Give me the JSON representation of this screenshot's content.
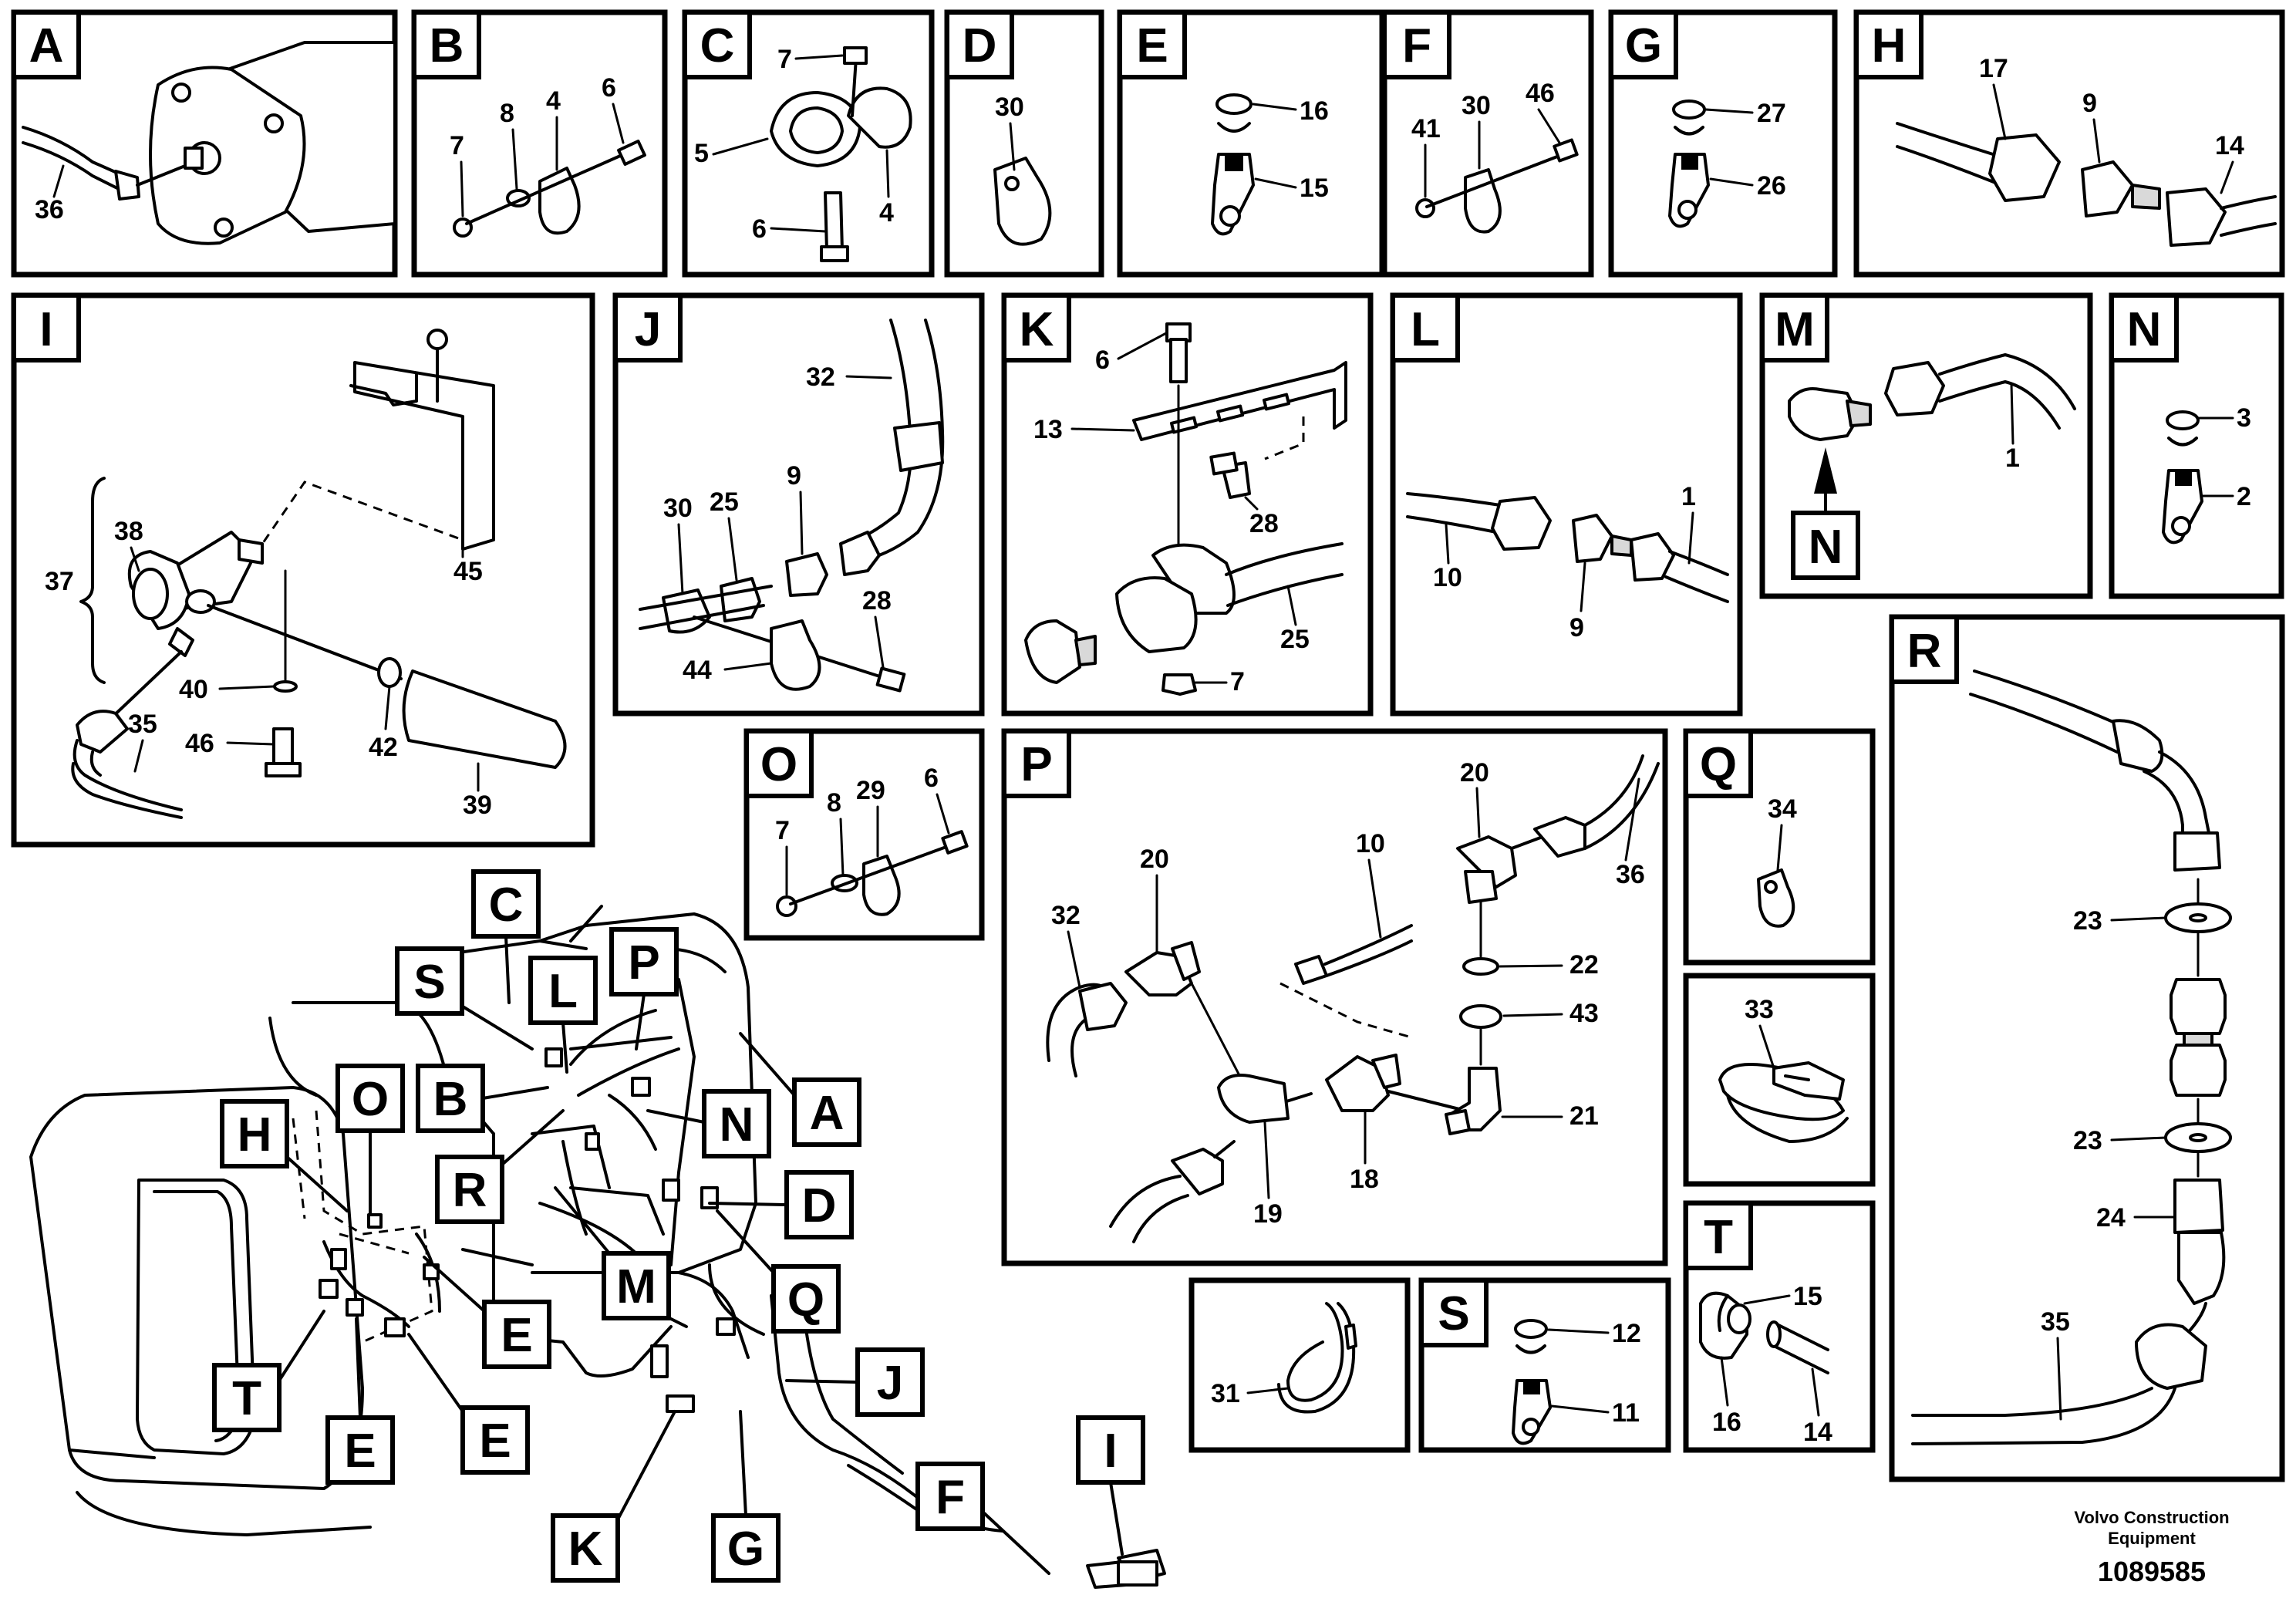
{
  "panels": {
    "A": {
      "letter": "A",
      "parts": [
        "36"
      ]
    },
    "B": {
      "letter": "B",
      "parts": [
        "7",
        "8",
        "4",
        "6"
      ]
    },
    "C": {
      "letter": "C",
      "parts": [
        "7",
        "5",
        "4",
        "6"
      ]
    },
    "D": {
      "letter": "D",
      "parts": [
        "30"
      ]
    },
    "E": {
      "letter": "E",
      "parts": [
        "16",
        "15"
      ]
    },
    "F": {
      "letter": "F",
      "parts": [
        "41",
        "30",
        "46"
      ]
    },
    "G": {
      "letter": "G",
      "parts": [
        "27",
        "26"
      ]
    },
    "H": {
      "letter": "H",
      "parts": [
        "17",
        "9",
        "14"
      ]
    },
    "I": {
      "letter": "I",
      "parts": [
        "38",
        "37",
        "45",
        "40",
        "46",
        "42",
        "35",
        "39"
      ]
    },
    "J": {
      "letter": "J",
      "parts": [
        "32",
        "30",
        "25",
        "9",
        "28",
        "44"
      ]
    },
    "K": {
      "letter": "K",
      "parts": [
        "6",
        "13",
        "28",
        "25",
        "7"
      ]
    },
    "L": {
      "letter": "L",
      "parts": [
        "1",
        "10",
        "9"
      ]
    },
    "M": {
      "letter": "M",
      "parts": [
        "1"
      ],
      "callout": "N"
    },
    "N": {
      "letter": "N",
      "parts": [
        "3",
        "2"
      ]
    },
    "O": {
      "letter": "O",
      "parts": [
        "7",
        "8",
        "29",
        "6"
      ]
    },
    "P": {
      "letter": "P",
      "parts": [
        "20",
        "10",
        "36",
        "32",
        "20",
        "22",
        "43",
        "21",
        "18",
        "19"
      ]
    },
    "Q": {
      "letter": "Q",
      "parts": [
        "34"
      ]
    },
    "R": {
      "letter": "R",
      "parts": [
        "23",
        "23",
        "24",
        "35"
      ]
    },
    "S": {
      "letter": "S",
      "parts": [
        "12",
        "11"
      ]
    },
    "T": {
      "letter": "T",
      "parts": [
        "15",
        "16",
        "14"
      ]
    },
    "Q2": {
      "parts": [
        "33"
      ]
    },
    "U": {
      "parts": [
        "31"
      ]
    }
  },
  "overview_callouts": [
    "C",
    "P",
    "S",
    "L",
    "A",
    "O",
    "B",
    "N",
    "H",
    "R",
    "D",
    "M",
    "Q",
    "E",
    "J",
    "T",
    "E",
    "E",
    "I",
    "F",
    "K",
    "G"
  ],
  "credit": {
    "line1": "Volvo Construction",
    "line2": "Equipment",
    "doc_number": "1089585"
  }
}
